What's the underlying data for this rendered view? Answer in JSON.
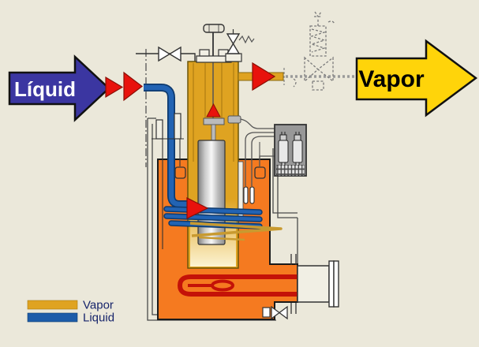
{
  "labels": {
    "inlet_arrow": "Líquid",
    "outlet_arrow": "Vapor",
    "legend_vapor": "Vapor",
    "legend_liquid": "Liquid"
  },
  "colors": {
    "background": "#ebe8da",
    "inlet_arrow": "#3b36a1",
    "inlet_arrow_text": "#ffffff",
    "outlet_arrow": "#ffd40a",
    "outlet_arrow_text": "#000000",
    "vapor_gold": "#dfa321",
    "liquid_blue": "#2263b3",
    "shell_orange": "#f57a20",
    "heater_red": "#c41208",
    "flow_marker_red": "#e8120c",
    "control_box_gray": "#989898",
    "legend_vapor_swatch": "#dfa321",
    "legend_liquid_swatch": "#1d5ca9"
  },
  "icons": {
    "fill_valve": "bowtie-valve",
    "relief_valve": "spring-bowtie-valve",
    "regulator_valve": "dashed-pressure-regulator",
    "drain_valve": "bowtie-valve",
    "flow_markers": "red-triangle-arrows"
  }
}
